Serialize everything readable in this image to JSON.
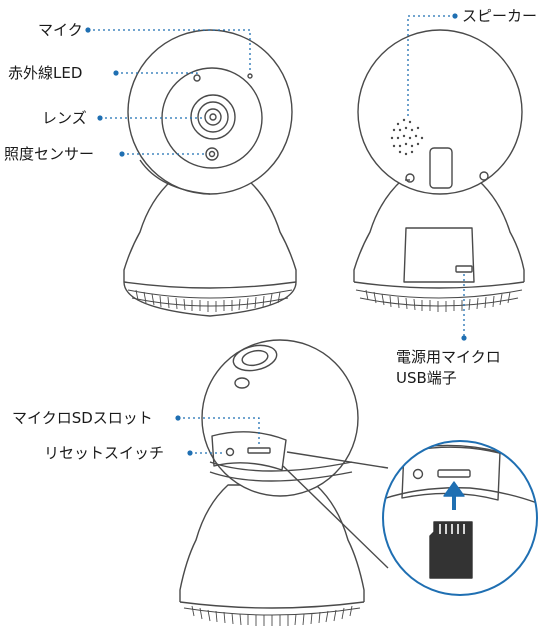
{
  "labels": {
    "mic": "マイク",
    "ir_led": "赤外線LED",
    "lens": "レンズ",
    "light_sensor": "照度センサー",
    "speaker": "スピーカー",
    "power_port_line1": "電源用マイクロ",
    "power_port_line2": "USB端子",
    "sd_slot": "マイクロSDスロット",
    "reset_switch": "リセットスイッチ"
  },
  "colors": {
    "leader_line": "#1f6fb2",
    "outline": "#4a4a4a",
    "arrow": "#1f6fb2",
    "sd_card": "#333333",
    "zoom_ring": "#1f6fb2"
  }
}
